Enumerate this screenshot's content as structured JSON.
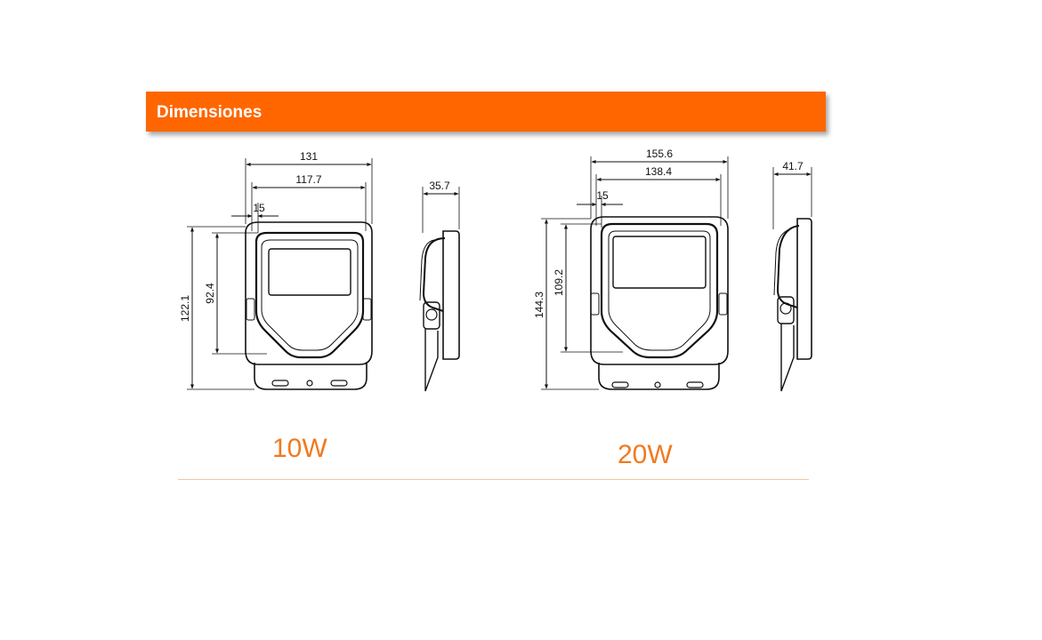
{
  "header": {
    "title": "Dimensiones"
  },
  "colors": {
    "accent": "#ff6600",
    "label": "#f07a20",
    "rule": "#f4c49c"
  },
  "models": [
    {
      "label": "10W",
      "dims": {
        "width_outer": "131",
        "width_inner": "117.7",
        "offset": "15",
        "height_outer": "122.1",
        "height_inner": "92.4",
        "depth": "35.7"
      }
    },
    {
      "label": "20W",
      "dims": {
        "width_outer": "155.6",
        "width_inner": "138.4",
        "offset": "15",
        "height_outer": "144.3",
        "height_inner": "109.2",
        "depth": "41.7"
      }
    }
  ]
}
